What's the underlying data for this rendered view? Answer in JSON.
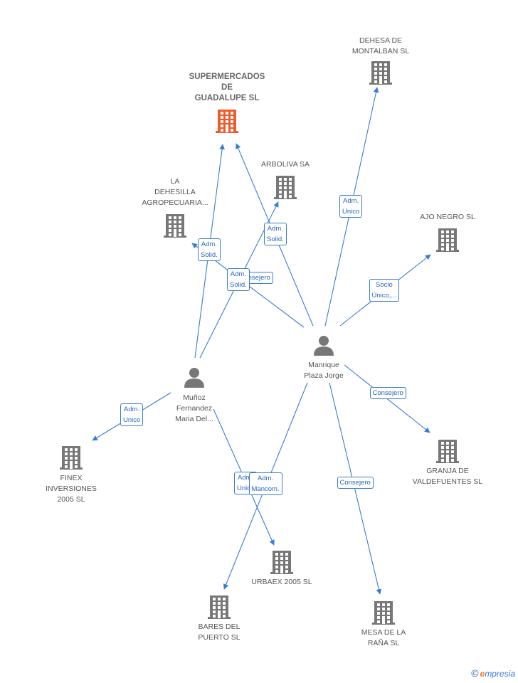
{
  "accent_color": "#3a7bd5",
  "company_color": "#777777",
  "main_company_color": "#f05a28",
  "person_color": "#777777",
  "companies": [
    {
      "id": "supermercados",
      "label": "SUPERMERCADOS\nDE\nGUADALUPE SL",
      "main": true
    },
    {
      "id": "dehesa",
      "label": "DEHESA DE\nMONTALBAN SL"
    },
    {
      "id": "arboliva",
      "label": "ARBOLIVA SA"
    },
    {
      "id": "ladehesilla",
      "label": "LA\nDEHESILLA\nAGROPECUARIA..."
    },
    {
      "id": "ajonegro",
      "label": "AJO NEGRO SL"
    },
    {
      "id": "finex",
      "label": "FINEX\nINVERSIONES\n2005 SL"
    },
    {
      "id": "granja",
      "label": "GRANJA DE\nVALDEFUENTES SL"
    },
    {
      "id": "urbaex",
      "label": "URBAEX 2005 SL"
    },
    {
      "id": "bares",
      "label": "BARES DEL\nPUERTO SL"
    },
    {
      "id": "mesa",
      "label": "MESA DE LA\nRAÑA SL"
    }
  ],
  "persons": [
    {
      "id": "manrique",
      "label": "Manrique\nPlaza Jorge"
    },
    {
      "id": "munoz",
      "label": "Muñoz\nFernandez\nMaria Del..."
    }
  ],
  "relations": [
    {
      "id": "r-munoz-super",
      "label": "Adm.\nSolid."
    },
    {
      "id": "r-munoz-arboliva",
      "label": "Adm.\nSolid."
    },
    {
      "id": "r-manrique-arboliva",
      "label": "Adm.\nSolid."
    },
    {
      "id": "r-manrique-ladehesilla",
      "label": "Consejero"
    },
    {
      "id": "r-manrique-dehesa",
      "label": "Adm.\nUnico"
    },
    {
      "id": "r-manrique-ajonegro",
      "label": "Socio\nÚnico,..."
    },
    {
      "id": "r-manrique-granja",
      "label": "Consejero"
    },
    {
      "id": "r-munoz-finex",
      "label": "Adm.\nUnico"
    },
    {
      "id": "r-munoz-urbaex",
      "label": "Adm.\nUnico"
    },
    {
      "id": "r-manrique-bares",
      "label": "Adm.\nMancom."
    },
    {
      "id": "r-manrique-mesa",
      "label": "Consejero"
    }
  ],
  "footer": {
    "copyright": "©",
    "brand_first": "e",
    "brand_rest": "mpresia"
  }
}
